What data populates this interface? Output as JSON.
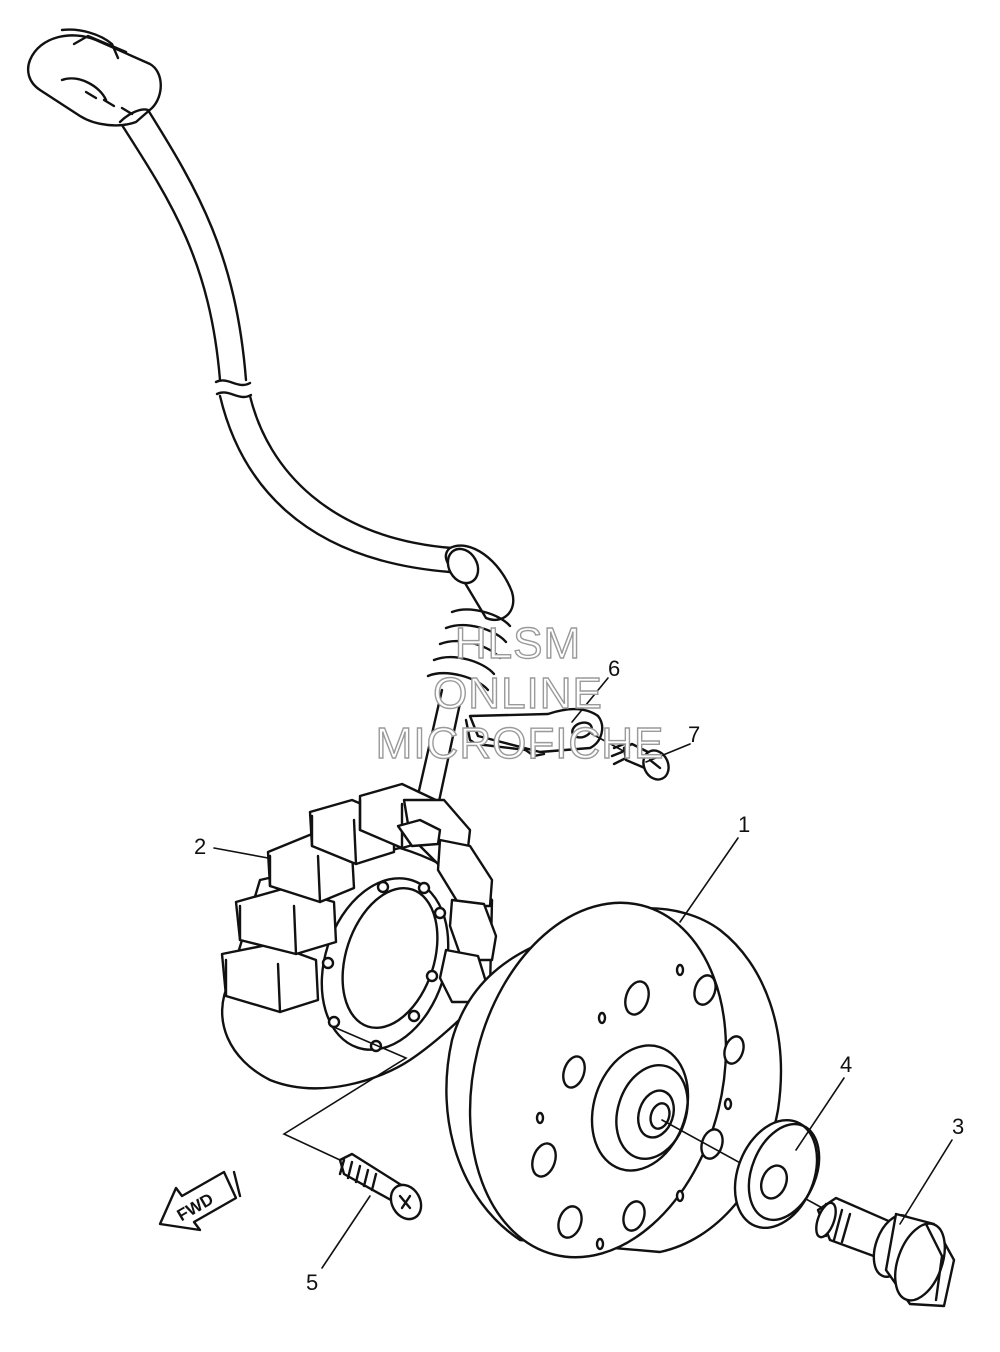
{
  "diagram": {
    "callouts": [
      {
        "id": "1",
        "label": "1"
      },
      {
        "id": "2",
        "label": "2"
      },
      {
        "id": "3",
        "label": "3"
      },
      {
        "id": "4",
        "label": "4"
      },
      {
        "id": "5",
        "label": "5"
      },
      {
        "id": "6",
        "label": "6"
      },
      {
        "id": "7",
        "label": "7"
      }
    ],
    "direction_arrow": "FWD",
    "watermark": [
      "HLSM",
      "ONLINE",
      "MICROFICHE"
    ]
  }
}
